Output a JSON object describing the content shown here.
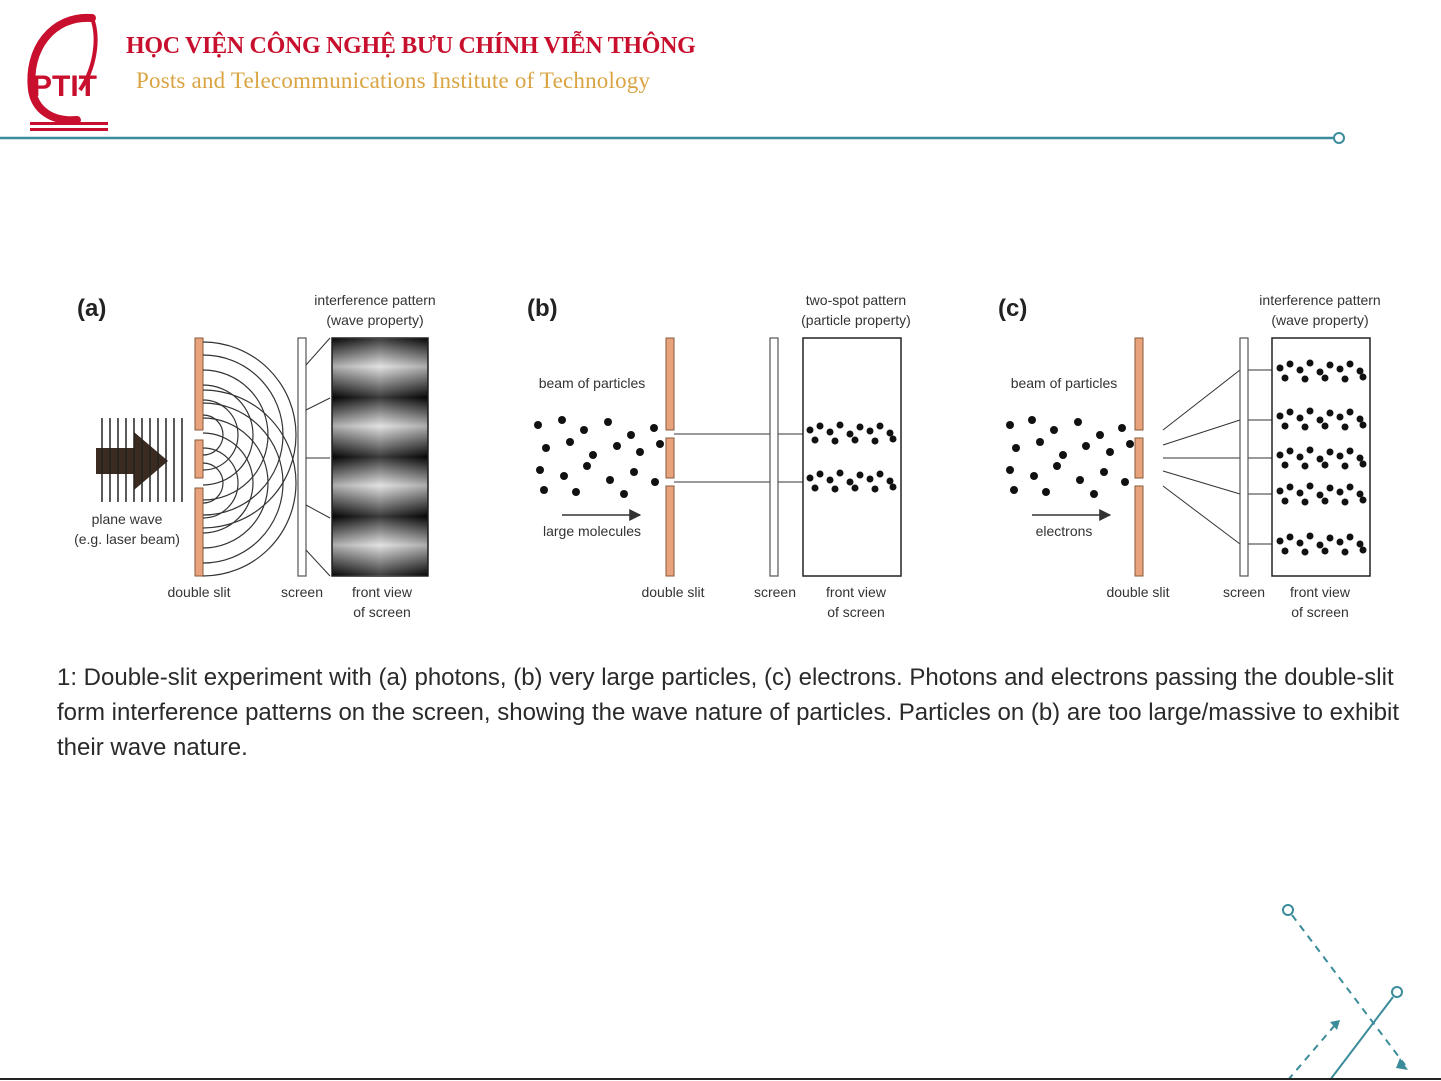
{
  "header": {
    "logo_text": "PTIT",
    "institute_vn": "HỌC VIỆN CÔNG NGHỆ BƯU CHÍNH VIỄN THÔNG",
    "institute_en": "Posts and Telecommunications Institute of Technology"
  },
  "colors": {
    "brand_red": "#c8102e",
    "brand_gold": "#d9a441",
    "accent_teal": "#3b8c9a",
    "slit_orange": "#e8a27c"
  },
  "figure": {
    "panel_a": {
      "label": "(a)",
      "pattern_title_1": "interference pattern",
      "pattern_title_2": "(wave property)",
      "source_1": "plane wave",
      "source_2": "(e.g. laser beam)",
      "slit": "double slit",
      "screen": "screen",
      "front_1": "front view",
      "front_2": "of screen"
    },
    "panel_b": {
      "label": "(b)",
      "pattern_title_1": "two-spot pattern",
      "pattern_title_2": "(particle property)",
      "beam": "beam of particles",
      "particles": "large molecules",
      "slit": "double slit",
      "screen": "screen",
      "front_1": "front view",
      "front_2": "of screen"
    },
    "panel_c": {
      "label": "(c)",
      "pattern_title_1": "interference pattern",
      "pattern_title_2": "(wave property)",
      "beam": "beam of particles",
      "particles": "electrons",
      "slit": "double slit",
      "screen": "screen",
      "front_1": "front view",
      "front_2": "of screen"
    }
  },
  "caption": "1: Double-slit experiment with (a) photons, (b) very large particles, (c) electrons. Photons and electrons passing the double-slit form interference patterns on the screen, showing the wave nature of particles. Particles on (b) are too large/massive to exhibit their wave nature."
}
